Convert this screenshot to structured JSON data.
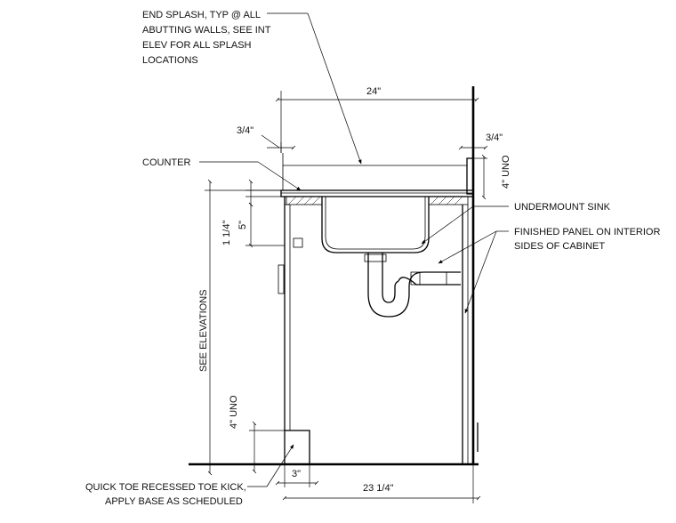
{
  "notes": {
    "end_splash": [
      "END SPLASH, TYP @ ALL",
      "ABUTTING WALLS, SEE INT",
      "ELEV FOR ALL SPLASH",
      "LOCATIONS"
    ],
    "counter": "COUNTER",
    "undermount_sink": "UNDERMOUNT SINK",
    "finished_panel": [
      "FINISHED PANEL ON INTERIOR",
      "SIDES OF CABINET"
    ],
    "toe_kick": [
      "QUICK TOE RECESSED TOE KICK,",
      "APPLY BASE AS SCHEDULED"
    ]
  },
  "dimensions": {
    "top_width": "24\"",
    "left_splash_thickness": "3/4\"",
    "right_splash_thickness": "3/4\"",
    "splash_height": "4\" UNO",
    "counter_thickness": "1 1/4\"",
    "apron_height": "5\"",
    "overall_height": "SEE ELEVATIONS",
    "toe_height": "4\" UNO",
    "toe_depth": "3\"",
    "cabinet_depth": "23 1/4\""
  }
}
